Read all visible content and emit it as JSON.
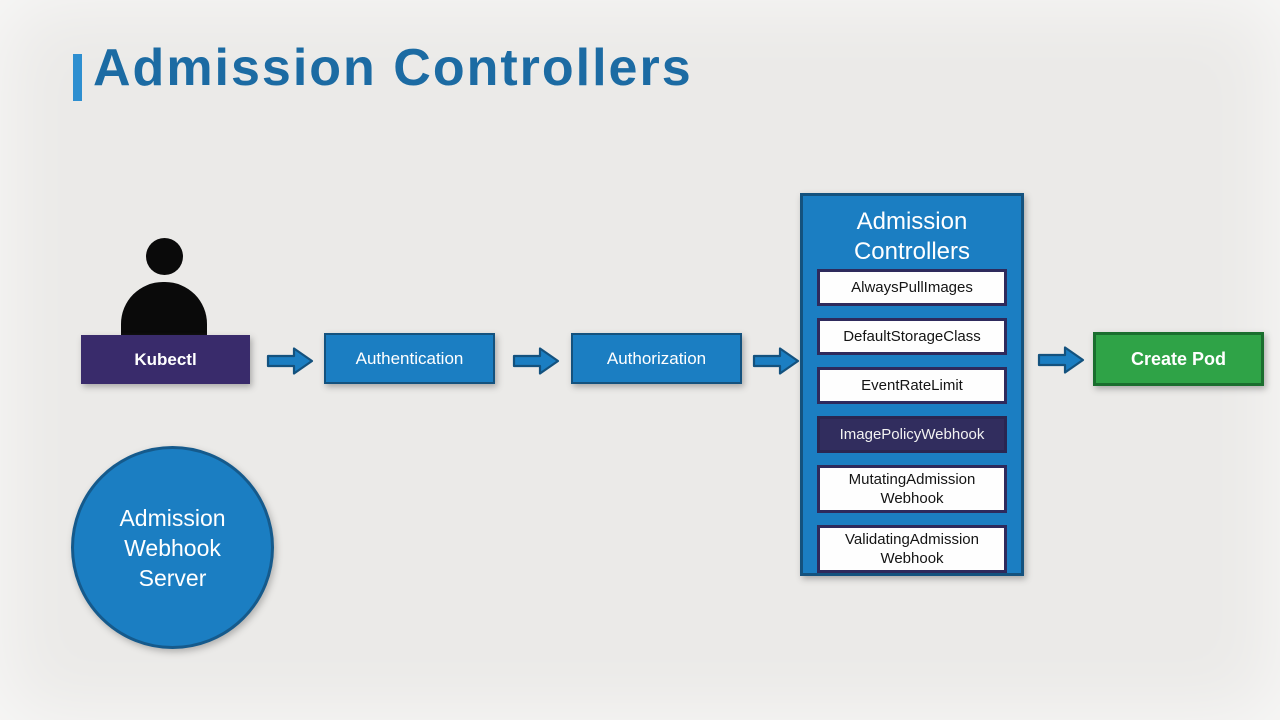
{
  "header": {
    "title": "Admission Controllers"
  },
  "flow": {
    "kubectl_label": "Kubectl",
    "authentication_label": "Authentication",
    "authorization_label": "Authorization",
    "create_pod_label": "Create Pod"
  },
  "admission_box": {
    "title_lines": [
      "Admission",
      "Controllers"
    ],
    "controllers": [
      {
        "label": "AlwaysPullImages",
        "highlighted": false
      },
      {
        "label": "DefaultStorageClass",
        "highlighted": false
      },
      {
        "label": "EventRateLimit",
        "highlighted": false
      },
      {
        "label": "ImagePolicyWebhook",
        "highlighted": true
      },
      {
        "label": "MutatingAdmissionWebhook",
        "lines": [
          "MutatingAdmission",
          "Webhook"
        ],
        "highlighted": false
      },
      {
        "label": "ValidatingAdmissionWebhook",
        "lines": [
          "ValidatingAdmission",
          "Webhook"
        ],
        "highlighted": false
      }
    ]
  },
  "webhook_server": {
    "label_lines": [
      "Admission",
      "Webhook",
      "Server"
    ]
  },
  "icons": {
    "user": "user-silhouette-icon",
    "arrow": "arrow-right-icon"
  },
  "colors": {
    "background": "#ebeae8",
    "title_text": "#1c6ba3",
    "accent_bar": "#2e8fd0",
    "box_blue": "#1b7ec2",
    "box_blue_border": "#14527e",
    "kubectl_purple": "#392b6b",
    "highlight_navy": "#312d5e",
    "sub_box_border": "#2e2a5c",
    "green_fill": "#2fa347",
    "green_border": "#1a6e2e"
  }
}
